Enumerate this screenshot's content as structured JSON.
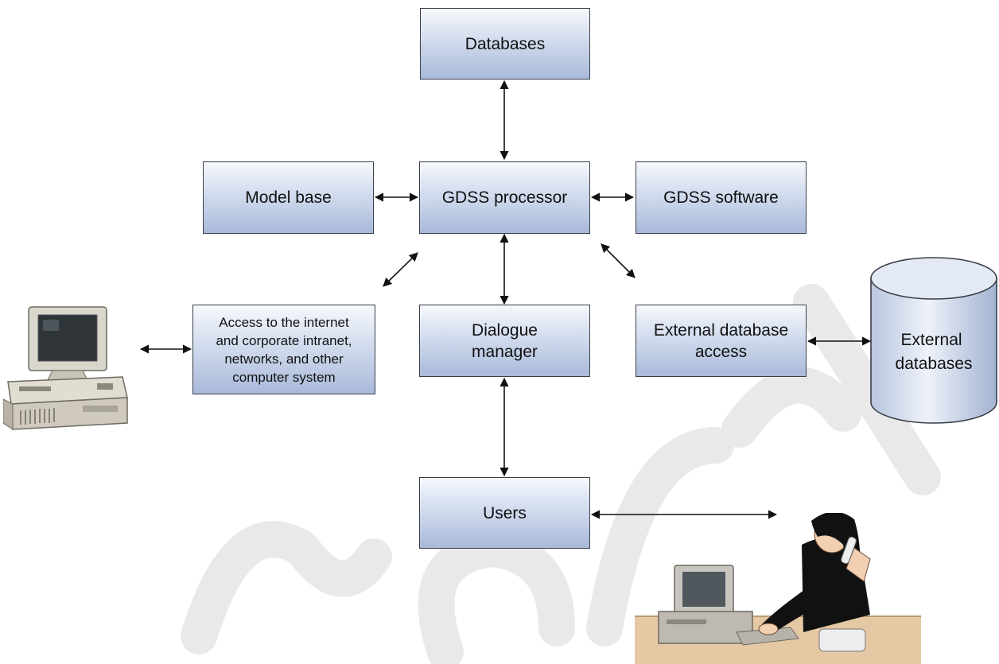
{
  "diagram": {
    "nodes": {
      "databases": "Databases",
      "model_base": "Model base",
      "gdss_processor": "GDSS processor",
      "gdss_software": "GDSS software",
      "access_internet": "Access to the internet\nand corporate intranet,\nnetworks, and other\ncomputer system",
      "dialogue_manager": "Dialogue\nmanager",
      "external_db_access": "External database\naccess",
      "external_databases": "External\ndatabases",
      "users": "Users"
    },
    "images": [
      "desktop-computer-icon",
      "user-at-workstation-icon"
    ]
  },
  "colors": {
    "box_top": "#f6f8fc",
    "box_bottom": "#a9b9d9",
    "border": "#3a3f48",
    "arrow": "#111111",
    "watermark": "#e8e8e8"
  }
}
